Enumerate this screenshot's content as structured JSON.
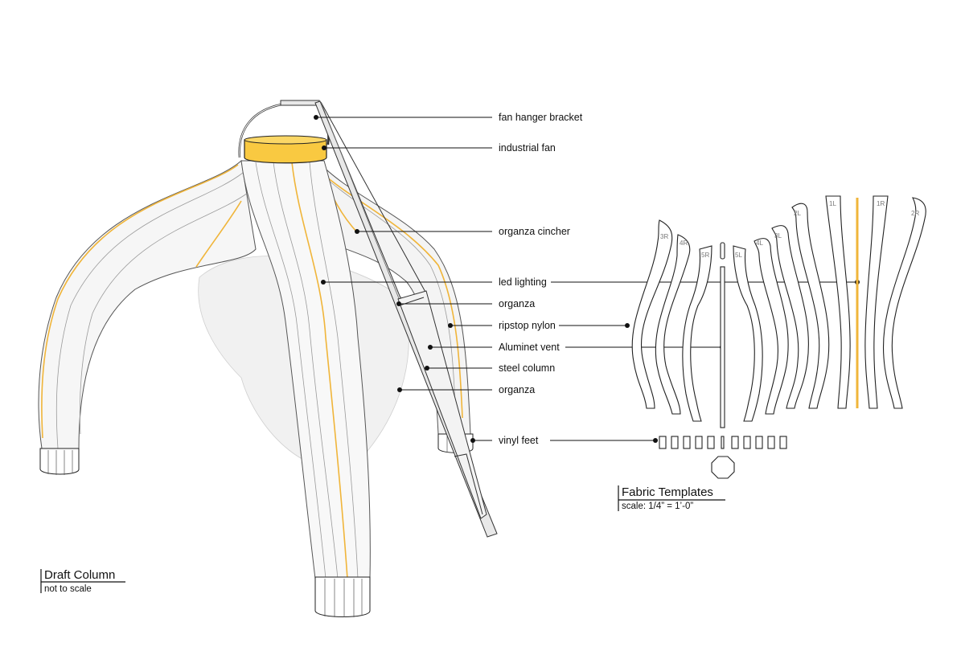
{
  "labels": {
    "fan_hanger_bracket": "fan hanger bracket",
    "industrial_fan": "industrial fan",
    "organza_cincher": "organza cincher",
    "led_lighting": "led lighting",
    "organza_1": "organza",
    "ripstop_nylon": "ripstop nylon",
    "aluminet_vent": "Aluminet vent",
    "steel_column": "steel column",
    "organza_2": "organza",
    "vinyl_feet": "vinyl feet"
  },
  "draft_column": {
    "title": "Draft Column",
    "subtitle": "not to scale"
  },
  "fabric_templates": {
    "title": "Fabric Templates",
    "subtitle": "scale: 1/4” = 1’-0”"
  },
  "panel_labels": {
    "p3r": "3R",
    "p4r": "4R",
    "p5r": "5R",
    "p5l": "5L",
    "p4l": "4L",
    "p3l": "3L",
    "p2l": "2L",
    "p1l": "1L",
    "p1r": "1R",
    "p2r": "2R"
  },
  "colors": {
    "fan": "#f9c941",
    "led": "#f0b53a",
    "ink": "#111111"
  }
}
